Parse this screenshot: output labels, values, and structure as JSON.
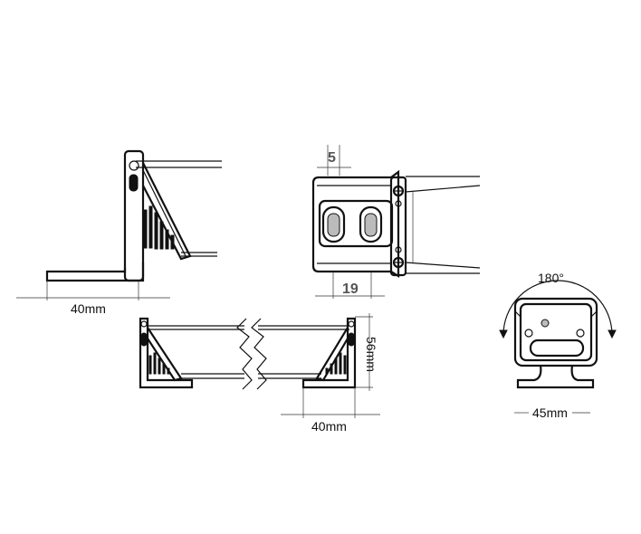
{
  "labels": {
    "side_view_width": "40mm",
    "bottom_view_width": "40mm",
    "bottom_view_height": "56mm",
    "slot_width": "5",
    "slot_spacing": "19",
    "rotation": "180°",
    "end_view_width": "45mm"
  },
  "colors": {
    "line": "#111111",
    "dim_gray": "#555555",
    "background": "#ffffff"
  }
}
